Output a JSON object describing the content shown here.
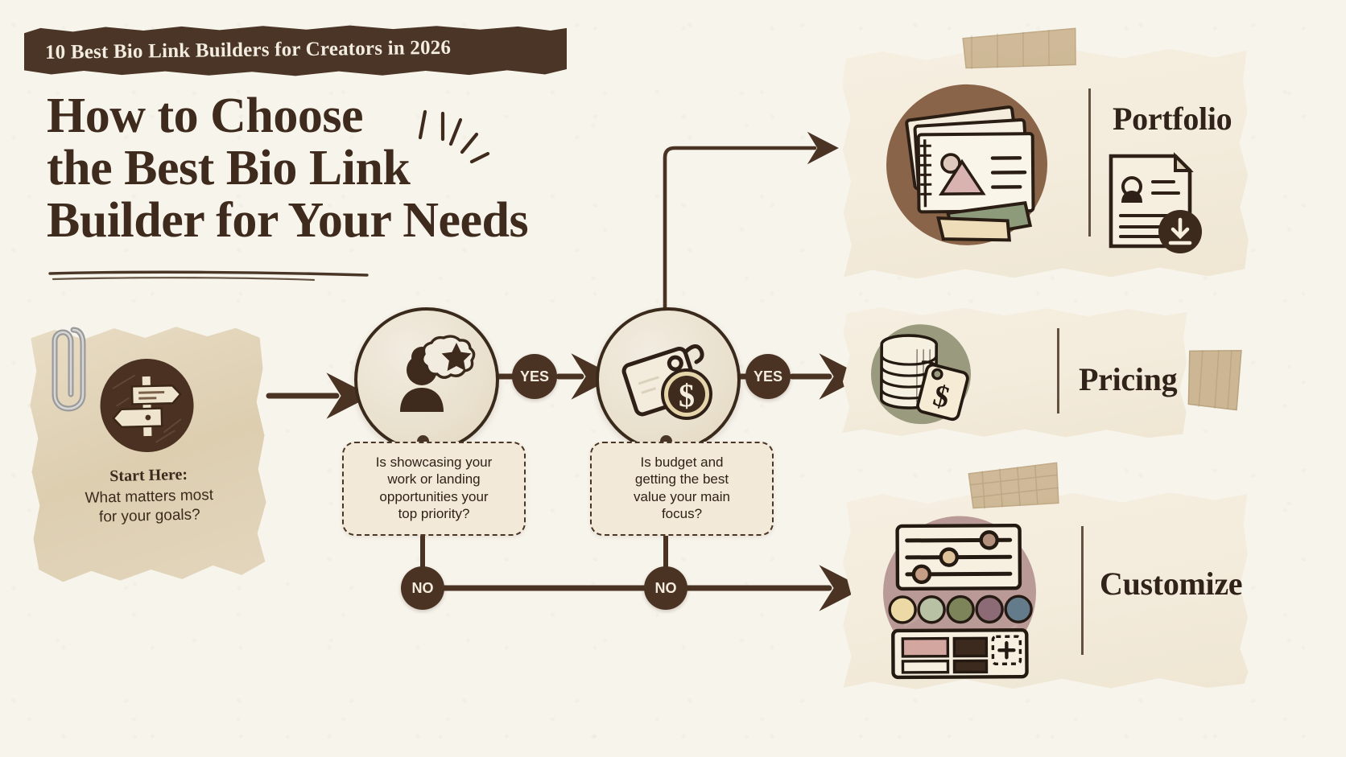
{
  "banner": {
    "text": "10 Best Bio Link Builders for Creators in 2026"
  },
  "heading": {
    "line1": "How to Choose",
    "line2": "the Best Bio Link",
    "line3": "Builder for Your Needs"
  },
  "start_card": {
    "icon": "signpost-icon",
    "title": "Start Here:",
    "subtitle_line1": "What matters most",
    "subtitle_line2": "for your goals?"
  },
  "decisions": [
    {
      "id": "showcase",
      "icon": "person-thought-star-icon",
      "question_line1": "Is showcasing your",
      "question_line2": "work or landing",
      "question_line3": "opportunities your",
      "question_line4": "top priority?",
      "yes_label": "YES",
      "no_label": "NO"
    },
    {
      "id": "budget",
      "icon": "price-tag-dollar-icon",
      "question_line1": "Is budget and",
      "question_line2": "getting the best",
      "question_line3": "value your main",
      "question_line4": "focus?",
      "yes_label": "YES",
      "no_label": "NO"
    }
  ],
  "results": [
    {
      "id": "portfolio",
      "label": "Portfolio",
      "icon": "photo-stack-icon",
      "extra_icon": "resume-download-icon",
      "circle_color": "#8a6449"
    },
    {
      "id": "pricing",
      "label": "Pricing",
      "icon": "coin-stack-price-tag-icon",
      "circle_color": "#9a9a7e"
    },
    {
      "id": "customize",
      "label": "Customize",
      "icon": "sliders-palette-icon",
      "circle_color": "#b99a97"
    }
  ],
  "palette": {
    "background": "#f7f4ec",
    "ink": "#3f2b1d",
    "banner_bg": "#4a3526",
    "banner_text": "#f3ece0",
    "badge_bg": "#4a3323",
    "badge_text": "#f4ecdf",
    "card_bg": "#f3ebdb",
    "start_card_bg": "#ddceb0",
    "swatches": [
      "#ecd9a6",
      "#b9c1a4",
      "#7e8459",
      "#8d6b76",
      "#647b8c"
    ]
  }
}
